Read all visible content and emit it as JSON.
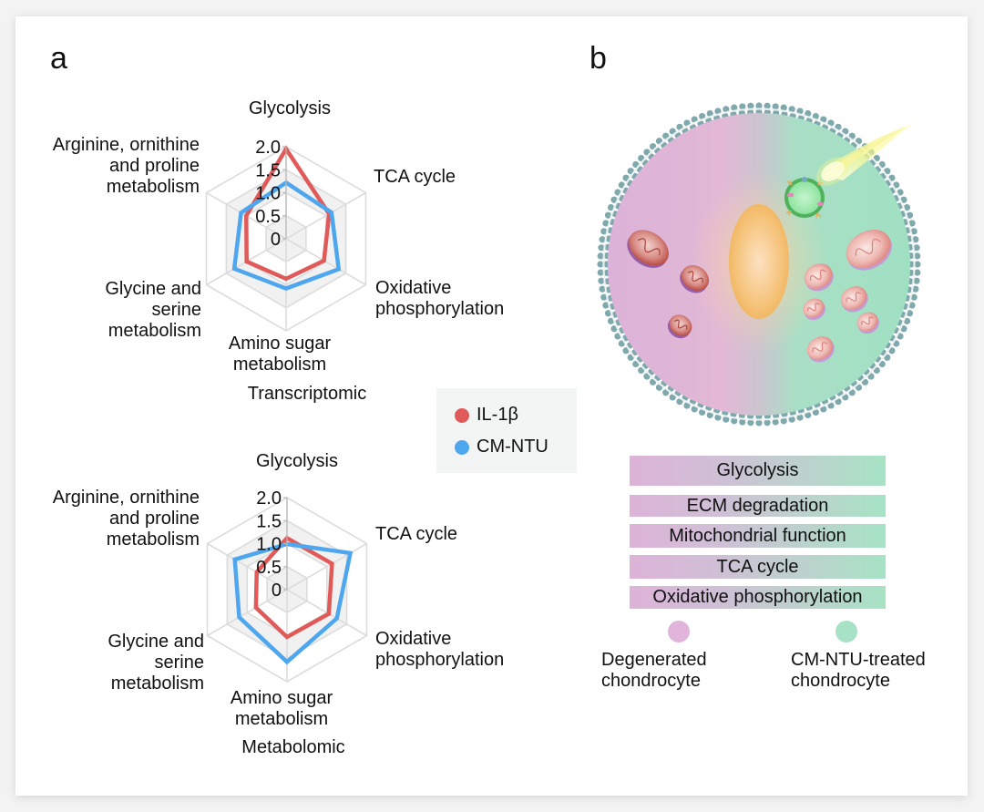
{
  "panels": {
    "a_letter": "a",
    "b_letter": "b"
  },
  "colors": {
    "il1b": "#e05a59",
    "cmntu": "#4ea7ee",
    "degenerated": "#e1b5db",
    "treated": "#a8e2c6"
  },
  "legend": {
    "items": [
      {
        "label": "IL-1β",
        "color": "#e05a59"
      },
      {
        "label": "CM-NTU",
        "color": "#4ea7ee"
      }
    ]
  },
  "chart_data": [
    {
      "type": "radar",
      "title": "Transcriptomic",
      "axes": [
        "Glycolysis",
        "TCA cycle",
        "Oxidative phosphorylation",
        "Amino sugar metabolism",
        "Glycine and serine metabolism",
        "Arginine, ornithine and proline metabolism"
      ],
      "axis_labels": {
        "glycolysis": [
          "Glycolysis"
        ],
        "tca": [
          "TCA cycle"
        ],
        "oxphos": [
          "Oxidative",
          "phosphorylation"
        ],
        "amino": [
          "Amino sugar",
          "metabolism"
        ],
        "glycine": [
          "Glycine and",
          "serine",
          "metabolism"
        ],
        "arginine": [
          "Arginine, ornithine",
          "and proline",
          "metabolism"
        ]
      },
      "ticks": [
        "0",
        "0.5",
        "1.0",
        "1.5",
        "2.0"
      ],
      "range": [
        0,
        2.0
      ],
      "series": [
        {
          "name": "IL-1β",
          "values": [
            1.95,
            1.08,
            0.95,
            0.87,
            0.99,
            1.0
          ]
        },
        {
          "name": "CM-NTU",
          "values": [
            1.22,
            1.14,
            1.32,
            1.08,
            1.3,
            1.13
          ]
        }
      ],
      "legend": "right"
    },
    {
      "type": "radar",
      "title": "Metabolomic",
      "axes": [
        "Glycolysis",
        "TCA cycle",
        "Oxidative phosphorylation",
        "Amino sugar metabolism",
        "Glycine and serine metabolism",
        "Arginine, ornithine and proline metabolism"
      ],
      "axis_labels": {
        "glycolysis": [
          "Glycolysis"
        ],
        "tca": [
          "TCA cycle"
        ],
        "oxphos": [
          "Oxidative",
          "phosphorylation"
        ],
        "amino": [
          "Amino sugar",
          "metabolism"
        ],
        "glycine": [
          "Glycine and",
          "serine",
          "metabolism"
        ],
        "arginine": [
          "Arginine, ornithine",
          "and proline",
          "metabolism"
        ]
      },
      "ticks": [
        "0",
        "0.5",
        "1.0",
        "1.5",
        "2.0"
      ],
      "range": [
        0,
        2.0
      ],
      "series": [
        {
          "name": "IL-1β",
          "values": [
            1.12,
            1.13,
            1.05,
            1.03,
            0.78,
            0.76
          ]
        },
        {
          "name": "CM-NTU",
          "values": [
            0.99,
            1.59,
            1.25,
            1.57,
            1.2,
            1.31
          ]
        }
      ],
      "legend": "right"
    }
  ],
  "diagram": {
    "icons": {
      "cell": "chondrocyte-cell-icon",
      "nucleus": "nucleus-icon",
      "vesicle": "cm-ntu-vesicle-icon",
      "comet": "light-beam-icon",
      "mitochondrion": "mitochondrion-icon"
    },
    "pathways": [
      "Glycolysis",
      "ECM degradation",
      "Mitochondrial function",
      "TCA cycle",
      "Oxidative phosphorylation"
    ],
    "states": [
      {
        "line1": "Degenerated",
        "line2": "chondrocyte"
      },
      {
        "line1": "CM-NTU-treated",
        "line2": "chondrocyte"
      }
    ]
  }
}
